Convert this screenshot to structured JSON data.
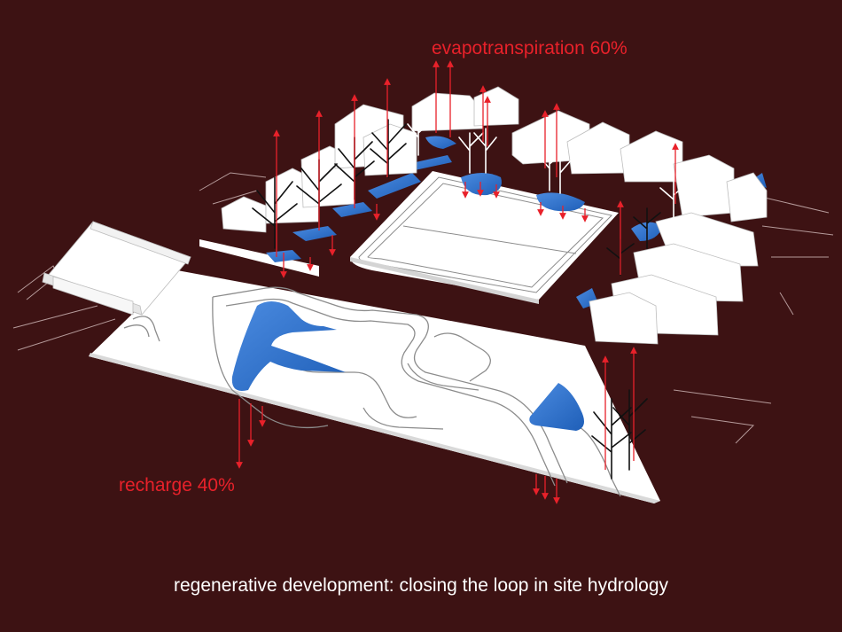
{
  "labels": {
    "evapotranspiration": "evapotranspiration 60%",
    "recharge": "recharge 40%",
    "caption": "regenerative development: closing the loop in site hydrology"
  },
  "colors": {
    "background": "#3d1213",
    "label": "#e8212a",
    "caption": "#ffffff",
    "arrow": "#e8212a",
    "water": "#2f74d0",
    "surface": "#ffffff",
    "building": "#ffffff",
    "tree": "#111111",
    "path_line": "#8c8c8c"
  },
  "icons": {
    "arrow": "arrow-icon",
    "tree": "tree-icon",
    "house": "house-icon"
  }
}
